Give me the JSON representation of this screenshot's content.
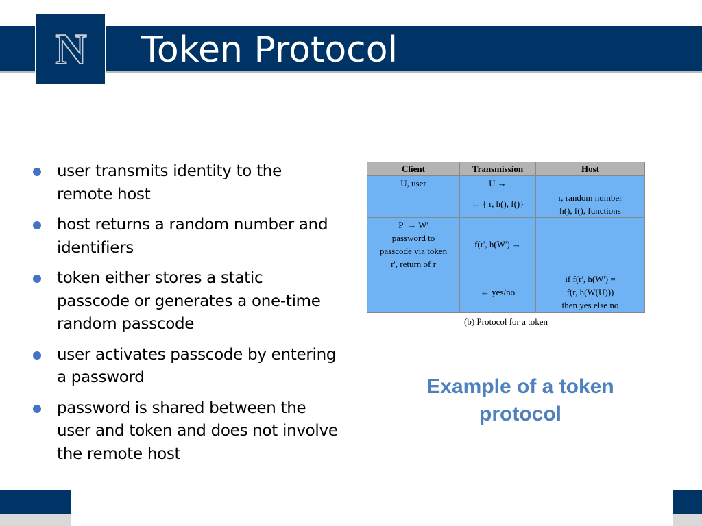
{
  "header": {
    "logo_text": "N",
    "title": "Token Protocol",
    "band_color": "#003366"
  },
  "bullets": [
    "user transmits identity to the remote host",
    "host returns a random number and identifiers",
    "token either stores a static passcode or generates a one-time random passcode",
    "user activates passcode by entering a password",
    "password is shared between the user and token and does not involve the remote host"
  ],
  "figure": {
    "headers": [
      "Client",
      "Transmission",
      "Host"
    ],
    "rows": [
      {
        "client": [
          "U, user"
        ],
        "transmission": [
          "U →"
        ],
        "host": []
      },
      {
        "client": [],
        "transmission": [
          "← { r, h(), f()}"
        ],
        "host": [
          "r, random number",
          "h(), f(), functions"
        ]
      },
      {
        "client": [
          "P' → W'",
          "password to",
          "passcode via token",
          "r', return of r"
        ],
        "transmission": [
          "f(r', h(W') →"
        ],
        "host": []
      },
      {
        "client": [],
        "transmission": [
          "← yes/no"
        ],
        "host": [
          "if f(r', h(W') =",
          "f(r, h(W(U)))",
          "then yes else no"
        ]
      }
    ],
    "caption": "(b) Protocol for a token",
    "cell_color": "#6fb3f5",
    "header_color": "#b3b3b3"
  },
  "example_label": "Example of a token protocol",
  "accent_color": "#4f81bd"
}
